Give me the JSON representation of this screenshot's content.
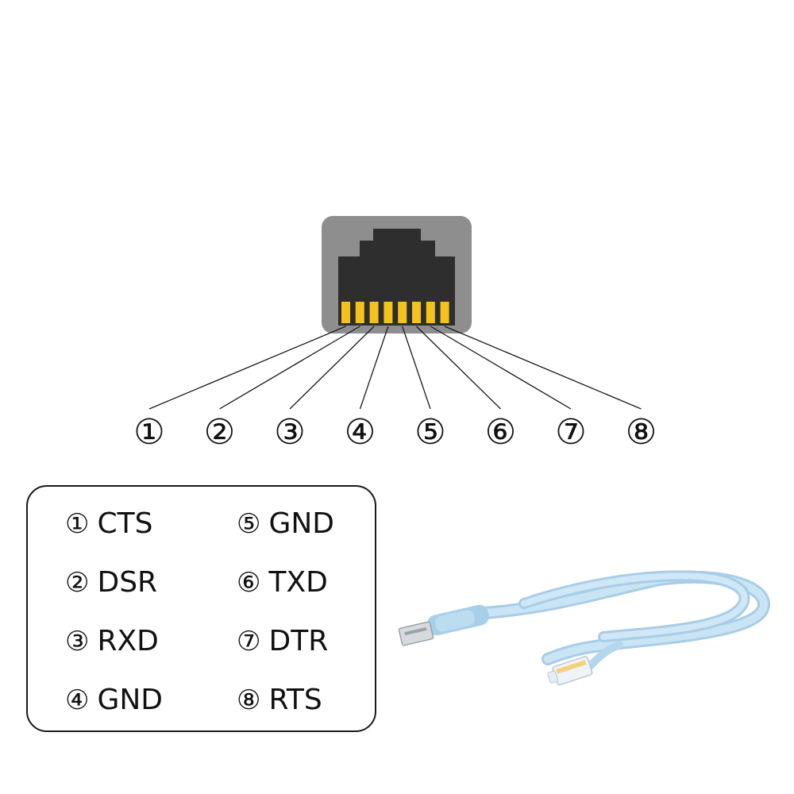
{
  "colors": {
    "port_housing": "#8e8e8e",
    "port_cavity": "#2e2e2e",
    "pin": "#f5c21b",
    "cable": "#bcdcf0",
    "line": "#1a1a1a"
  },
  "pin_numbers": [
    "①",
    "②",
    "③",
    "④",
    "⑤",
    "⑥",
    "⑦",
    "⑧"
  ],
  "legend": [
    {
      "num": "①",
      "signal": "CTS"
    },
    {
      "num": "②",
      "signal": "DSR"
    },
    {
      "num": "③",
      "signal": "RXD"
    },
    {
      "num": "④",
      "signal": "GND"
    },
    {
      "num": "⑤",
      "signal": "GND"
    },
    {
      "num": "⑥",
      "signal": "TXD"
    },
    {
      "num": "⑦",
      "signal": "DTR"
    },
    {
      "num": "⑧",
      "signal": "RTS"
    }
  ]
}
